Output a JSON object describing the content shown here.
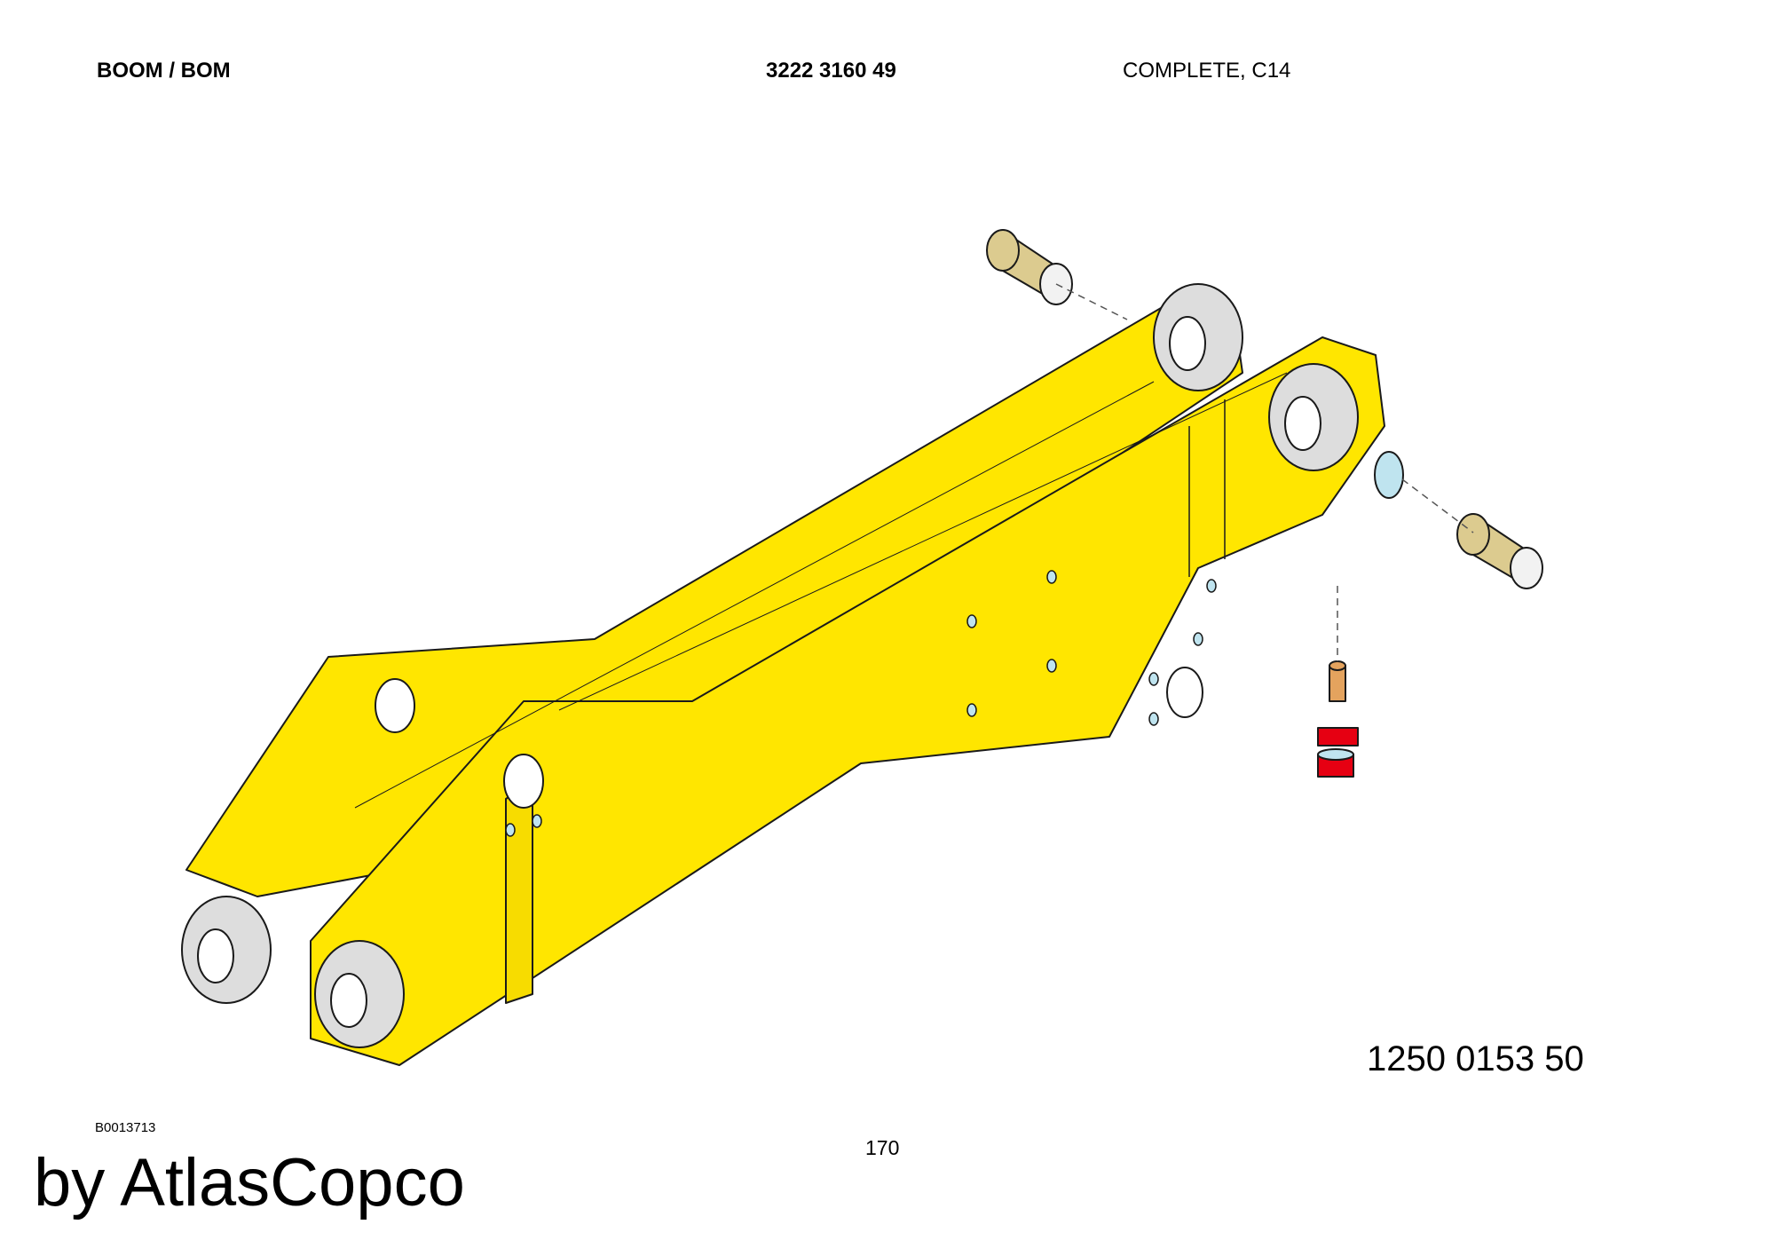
{
  "header": {
    "title": "BOOM / BOM",
    "part_number": "3222 3160 49",
    "description": "COMPLETE, C14"
  },
  "drawing": {
    "callout_part_number": "1250 0153 50",
    "drawing_id": "B0013713",
    "colors": {
      "boom": "#ffe600",
      "outline": "#1a1a1a",
      "bushing_face": "#dddddd",
      "sleeve": "#dccb8f",
      "fitting": "#e4a35e",
      "cap": "#e60012",
      "hole": "#bfe4ef"
    }
  },
  "footer": {
    "page_number": "170",
    "watermark": "by AtlasCopco"
  }
}
